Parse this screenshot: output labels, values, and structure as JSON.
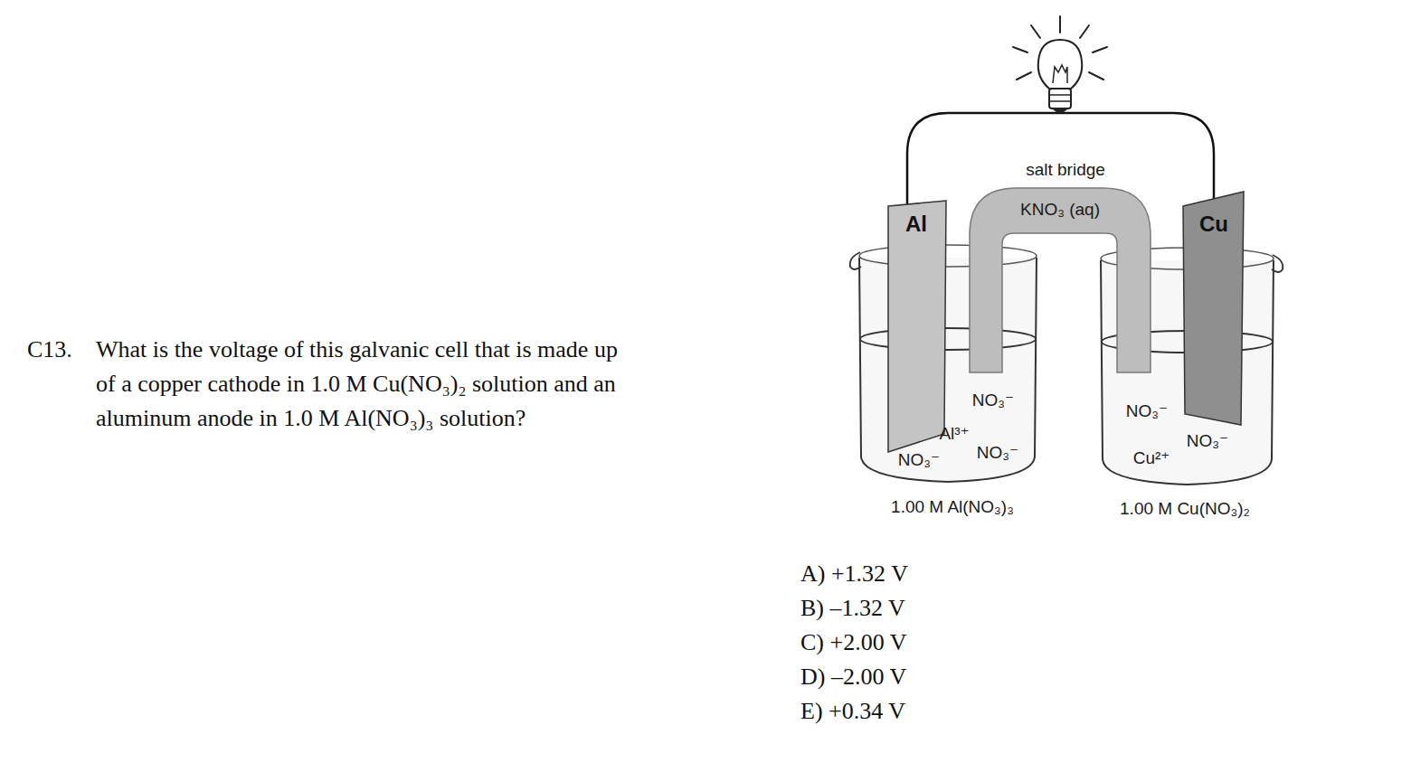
{
  "diagram": {
    "nodes": [
      {
        "text": [
          "salt bridge",
          "KNO₃ (aq)"
        ]
      },
      {
        "text": [
          "Al"
        ]
      },
      {
        "text": [
          "Cu"
        ]
      },
      {
        "text": [
          "NO₃⁻",
          "Al³⁺",
          "NO₃⁻",
          "NO₃⁻",
          "1.00 M Al(NO₃)₃"
        ]
      },
      {
        "text": [
          "NO₃⁻",
          "NO₃⁻",
          "Cu²⁺",
          "1.00 M Cu(NO₃)₂"
        ]
      }
    ],
    "edges": [
      {
        "from": 1,
        "to": 2,
        "arrow": "none"
      }
    ],
    "labels": [
      "C13.",
      "What is the voltage of this galvanic cell that is made up of a copper cathode in 1.0 M Cu(NO₃)₂ solution and an aluminum anode in 1.0 M Al(NO₃)₃ solution?",
      "A) +1.32 V",
      "B) –1.32 V",
      "C) +2.00 V",
      "D) –2.00 V",
      "E) +0.34 V"
    ]
  }
}
